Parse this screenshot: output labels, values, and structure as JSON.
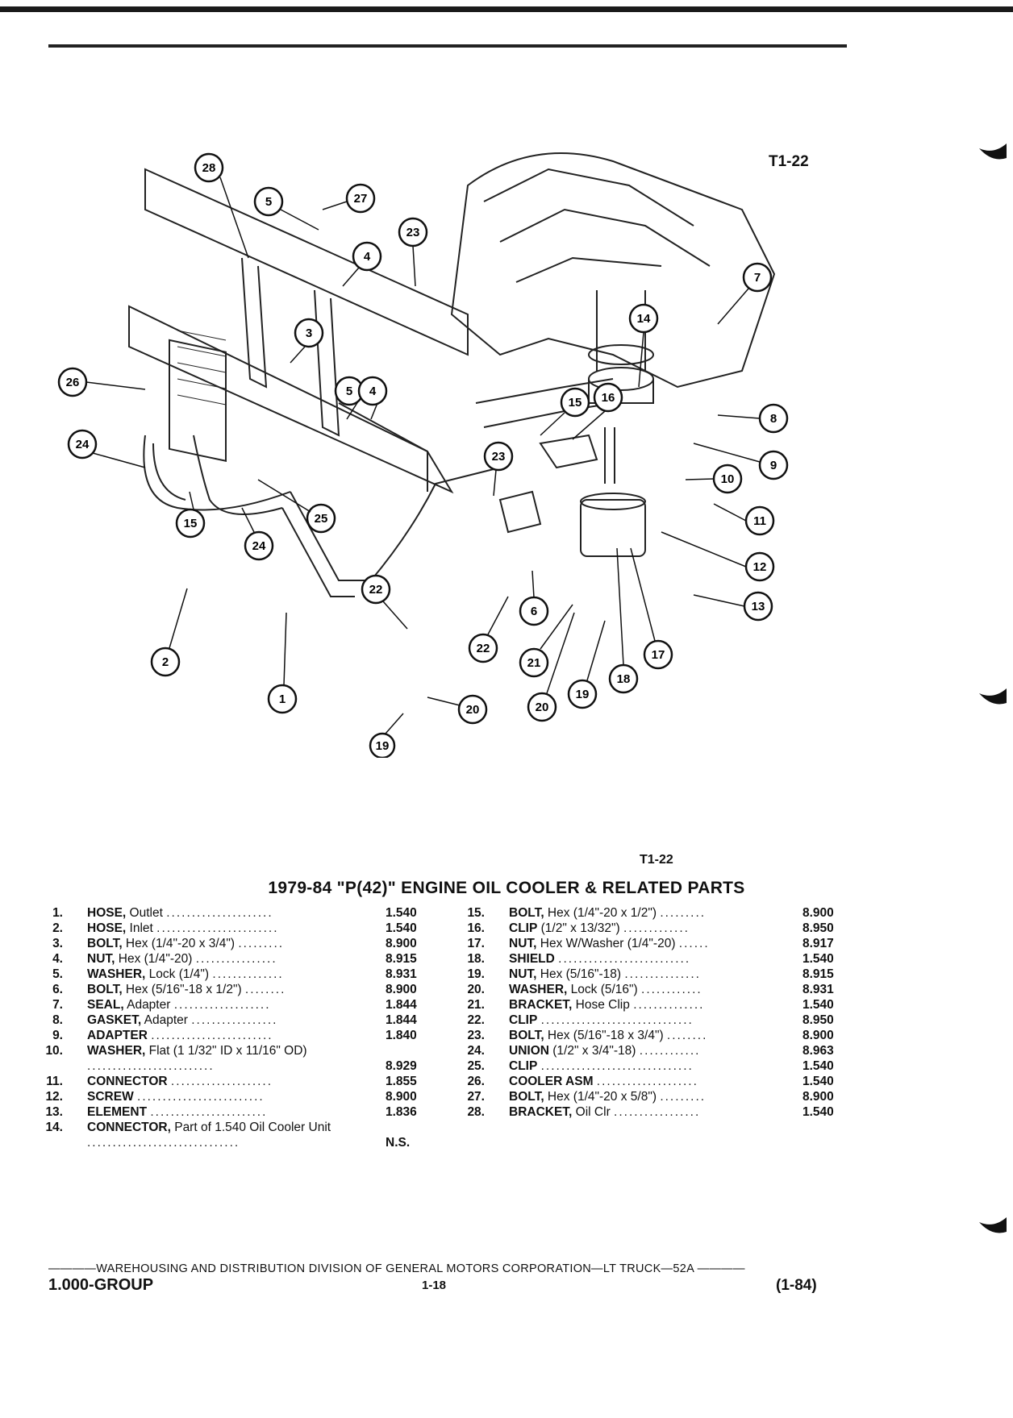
{
  "figure": {
    "id_top": "T1-22",
    "id_bottom": "T1-22"
  },
  "title": "1979-84 \"P(42)\" ENGINE OIL COOLER & RELATED PARTS",
  "callouts": [
    "1",
    "2",
    "3",
    "4",
    "4",
    "5",
    "5",
    "6",
    "7",
    "8",
    "9",
    "10",
    "11",
    "12",
    "13",
    "14",
    "15",
    "15",
    "16",
    "17",
    "18",
    "19",
    "19",
    "20",
    "20",
    "21",
    "22",
    "22",
    "23",
    "23",
    "24",
    "24",
    "25",
    "26",
    "27",
    "28"
  ],
  "parts_left": [
    {
      "num": "1.",
      "name": "HOSE,",
      "detail": " Outlet",
      "code": "1.540"
    },
    {
      "num": "2.",
      "name": "HOSE,",
      "detail": " Inlet",
      "code": "1.540"
    },
    {
      "num": "3.",
      "name": "BOLT,",
      "detail": " Hex (1/4\"-20 x 3/4\")",
      "code": "8.900"
    },
    {
      "num": "4.",
      "name": "NUT,",
      "detail": " Hex (1/4\"-20)",
      "code": "8.915"
    },
    {
      "num": "5.",
      "name": "WASHER,",
      "detail": " Lock (1/4\")",
      "code": "8.931"
    },
    {
      "num": "6.",
      "name": "BOLT,",
      "detail": " Hex (5/16\"-18 x 1/2\")",
      "code": "8.900"
    },
    {
      "num": "7.",
      "name": "SEAL,",
      "detail": " Adapter",
      "code": "1.844"
    },
    {
      "num": "8.",
      "name": "GASKET,",
      "detail": " Adapter",
      "code": "1.844"
    },
    {
      "num": "9.",
      "name": "ADAPTER",
      "detail": "",
      "code": "1.840"
    },
    {
      "num": "10.",
      "name": "WASHER,",
      "detail": " Flat (1 1/32\" ID x 11/16\" OD)",
      "code": "8.929"
    },
    {
      "num": "11.",
      "name": "CONNECTOR",
      "detail": "",
      "code": "1.855"
    },
    {
      "num": "12.",
      "name": "SCREW",
      "detail": "",
      "code": "8.900"
    },
    {
      "num": "13.",
      "name": "ELEMENT",
      "detail": "",
      "code": "1.836"
    },
    {
      "num": "14.",
      "name": "CONNECTOR,",
      "detail": " Part of 1.540 Oil Cooler Unit",
      "code": "N.S."
    }
  ],
  "parts_right": [
    {
      "num": "15.",
      "name": "BOLT,",
      "detail": " Hex (1/4\"-20 x 1/2\")",
      "code": "8.900"
    },
    {
      "num": "16.",
      "name": "CLIP",
      "detail": " (1/2\" x 13/32\")",
      "code": "8.950"
    },
    {
      "num": "17.",
      "name": "NUT,",
      "detail": " Hex W/Washer (1/4\"-20)",
      "code": "8.917"
    },
    {
      "num": "18.",
      "name": "SHIELD",
      "detail": "",
      "code": "1.540"
    },
    {
      "num": "19.",
      "name": "NUT,",
      "detail": " Hex (5/16\"-18)",
      "code": "8.915"
    },
    {
      "num": "20.",
      "name": "WASHER,",
      "detail": " Lock (5/16\")",
      "code": "8.931"
    },
    {
      "num": "21.",
      "name": "BRACKET,",
      "detail": " Hose Clip",
      "code": "1.540"
    },
    {
      "num": "22.",
      "name": "CLIP",
      "detail": "",
      "code": "8.950"
    },
    {
      "num": "23.",
      "name": "BOLT,",
      "detail": " Hex (5/16\"-18 x 3/4\")",
      "code": "8.900"
    },
    {
      "num": "24.",
      "name": "UNION",
      "detail": " (1/2\" x 3/4\"-18)",
      "code": "8.963"
    },
    {
      "num": "25.",
      "name": "CLIP",
      "detail": "",
      "code": "1.540"
    },
    {
      "num": "26.",
      "name": "COOLER ASM",
      "detail": "",
      "code": "1.540"
    },
    {
      "num": "27.",
      "name": "BOLT,",
      "detail": " Hex (1/4\"-20 x 5/8\")",
      "code": "8.900"
    },
    {
      "num": "28.",
      "name": "BRACKET,",
      "detail": " Oil Clr",
      "code": "1.540"
    }
  ],
  "footer": {
    "line": "————WAREHOUSING AND DISTRIBUTION DIVISION OF GENERAL MOTORS CORPORATION—LT TRUCK—52A ————",
    "group": "1.000-GROUP",
    "page": "1-18",
    "date": "(1-84)"
  }
}
